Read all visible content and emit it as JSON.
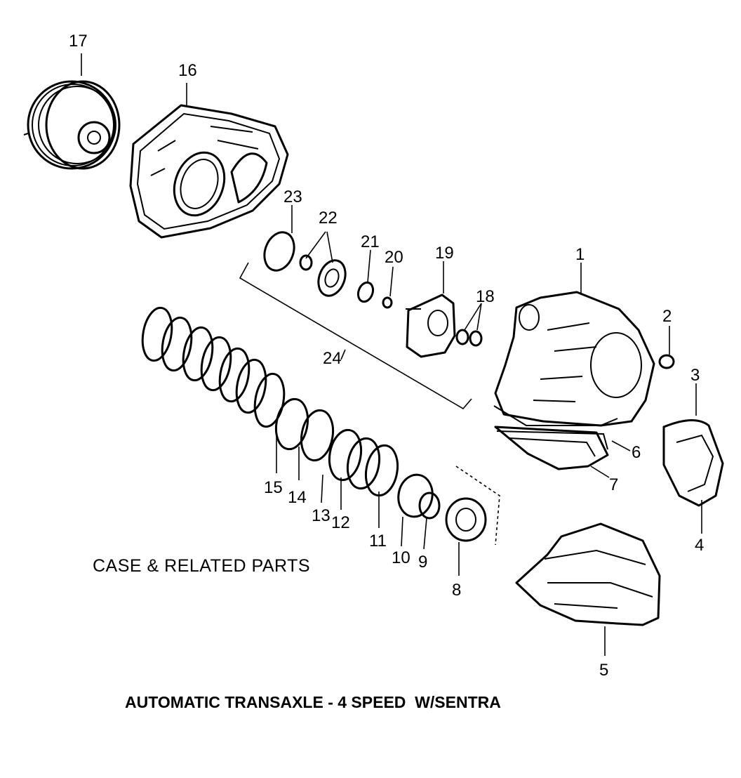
{
  "diagram": {
    "caption": "CASE & RELATED PARTS",
    "title": "AUTOMATIC TRANSAXLE - 4 SPEED  W/SENTRA",
    "callouts": {
      "c1": "1",
      "c2": "2",
      "c3": "3",
      "c4": "4",
      "c5": "5",
      "c6": "6",
      "c7": "7",
      "c8": "8",
      "c9": "9",
      "c10": "10",
      "c11": "11",
      "c12": "12",
      "c13": "13",
      "c14": "14",
      "c15": "15",
      "c16": "16",
      "c17": "17",
      "c18": "18",
      "c19": "19",
      "c20": "20",
      "c21": "21",
      "c22": "22",
      "c23": "23",
      "c24": "24"
    }
  }
}
